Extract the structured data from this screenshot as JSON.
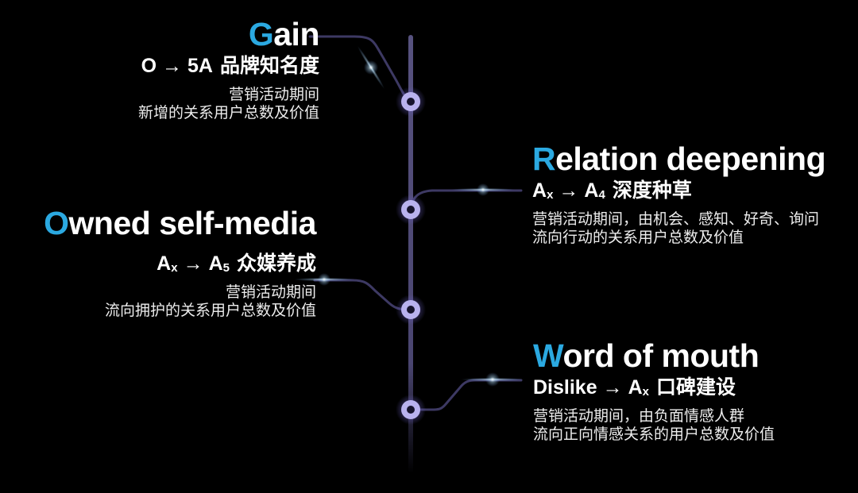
{
  "canvas": {
    "background": "#000000",
    "accent": "#2BA9E1",
    "axis_color": "#4d4872",
    "connector_color": "#3d3963",
    "node_ring_color": "#b9b2ee",
    "node_core_color": "#17142e",
    "flare_color": "#ffffff"
  },
  "sections": [
    {
      "id": "gain",
      "title_initial": "G",
      "title_rest": "ain",
      "subtitle": {
        "from": "O",
        "from_sub": "",
        "arrow": "→",
        "to": "5A",
        "to_sub": "",
        "label": "品牌知名度"
      },
      "body": [
        "营销活动期间",
        "新增的关系用户总数及价值"
      ]
    },
    {
      "id": "relation-deepening",
      "title_initial": "R",
      "title_rest": "elation deepening",
      "subtitle": {
        "from": "A",
        "from_sub": "x",
        "arrow": "→",
        "to": "A",
        "to_sub": "4",
        "label": "深度种草"
      },
      "body": [
        "营销活动期间，由机会、感知、好奇、询问",
        "流向行动的关系用户总数及价值"
      ]
    },
    {
      "id": "owned-self-media",
      "title_initial": "O",
      "title_rest": "wned self-media",
      "subtitle": {
        "from": "A",
        "from_sub": "x",
        "arrow": "→",
        "to": "A",
        "to_sub": "5",
        "label": "众媒养成"
      },
      "body": [
        "营销活动期间",
        "流向拥护的关系用户总数及价值"
      ]
    },
    {
      "id": "word-of-mouth",
      "title_initial": "W",
      "title_rest": "ord of mouth",
      "subtitle": {
        "from": "Dislike",
        "from_sub": "",
        "arrow": "→",
        "to": "A",
        "to_sub": "x",
        "label": "口碑建设"
      },
      "body": [
        "营销活动期间，由负面情感人群",
        "流向正向情感关系的用户总数及价值"
      ]
    }
  ]
}
